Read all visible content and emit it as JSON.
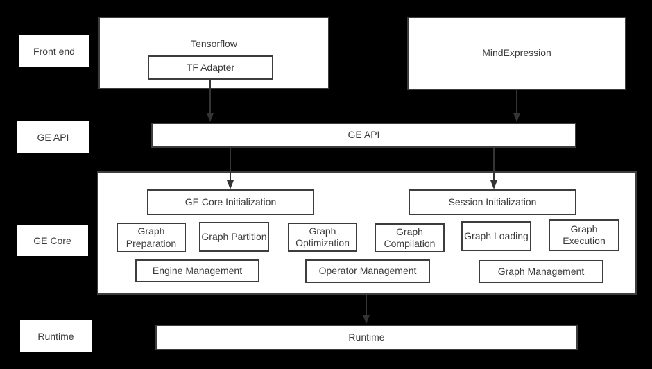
{
  "colors": {
    "background": "#000000",
    "box_fill": "#ffffff",
    "box_border": "#3d3d3d",
    "text": "#3b3b3b",
    "arrow": "#343434"
  },
  "layer_labels": {
    "front_end": "Front end",
    "ge_api": "GE API",
    "ge_core": "GE Core",
    "runtime": "Runtime"
  },
  "nodes": {
    "tensorflow": "Tensorflow",
    "tf_adapter": "TF Adapter",
    "mind_expression": "MindExpression",
    "ge_api": "GE API",
    "ge_core_initialization": "GE Core Initialization",
    "session_initialization": "Session Initialization",
    "graph_preparation": "Graph Preparation",
    "graph_partition": "Graph Partition",
    "graph_optimization": "Graph Optimization",
    "graph_compilation": "Graph Compilation",
    "graph_loading": "Graph Loading",
    "graph_execution": "Graph Execution",
    "engine_management": "Engine Management",
    "operator_management": "Operator Management",
    "graph_management": "Graph Management",
    "runtime": "Runtime"
  }
}
